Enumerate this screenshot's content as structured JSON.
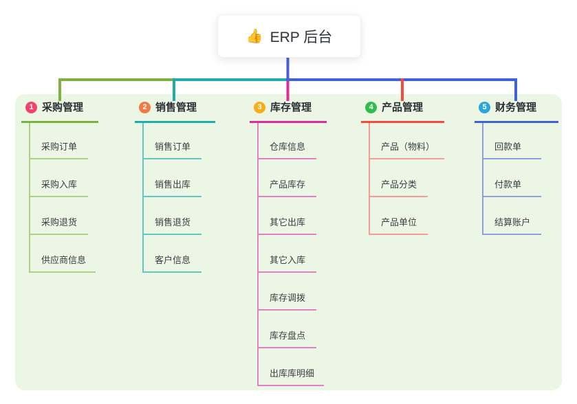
{
  "root": {
    "icon": "👍",
    "label": "ERP 后台"
  },
  "branches": [
    {
      "index": "1",
      "title": "采购管理",
      "badge_color": "#f5426b",
      "line_color": "#7db23f",
      "light_color": "#a9d284",
      "children": [
        "采购订单",
        "采购入库",
        "采购退货",
        "供应商信息"
      ]
    },
    {
      "index": "2",
      "title": "销售管理",
      "badge_color": "#f57a42",
      "line_color": "#1bafa7",
      "light_color": "#63c7c1",
      "children": [
        "销售订单",
        "销售出库",
        "销售退货",
        "客户信息"
      ]
    },
    {
      "index": "3",
      "title": "库存管理",
      "badge_color": "#fbad17",
      "line_color": "#de2c9b",
      "light_color": "#e77ec4",
      "children": [
        "仓库信息",
        "产品库存",
        "其它出库",
        "其它入库",
        "库存调拨",
        "库存盘点",
        "出库库明细"
      ]
    },
    {
      "index": "4",
      "title": "产品管理",
      "badge_color": "#30bc4f",
      "line_color": "#f64a41",
      "light_color": "#f79b94",
      "children": [
        "产品（物料）",
        "产品分类",
        "产品单位"
      ]
    },
    {
      "index": "5",
      "title": "财务管理",
      "badge_color": "#29a6de",
      "line_color": "#4161d8",
      "light_color": "#8c9fe0",
      "children": [
        "回款单",
        "付款单",
        "结算账户"
      ]
    }
  ],
  "colors": {
    "panel_bg": "#ebf6e4",
    "root_line": "#4a5fd6"
  }
}
